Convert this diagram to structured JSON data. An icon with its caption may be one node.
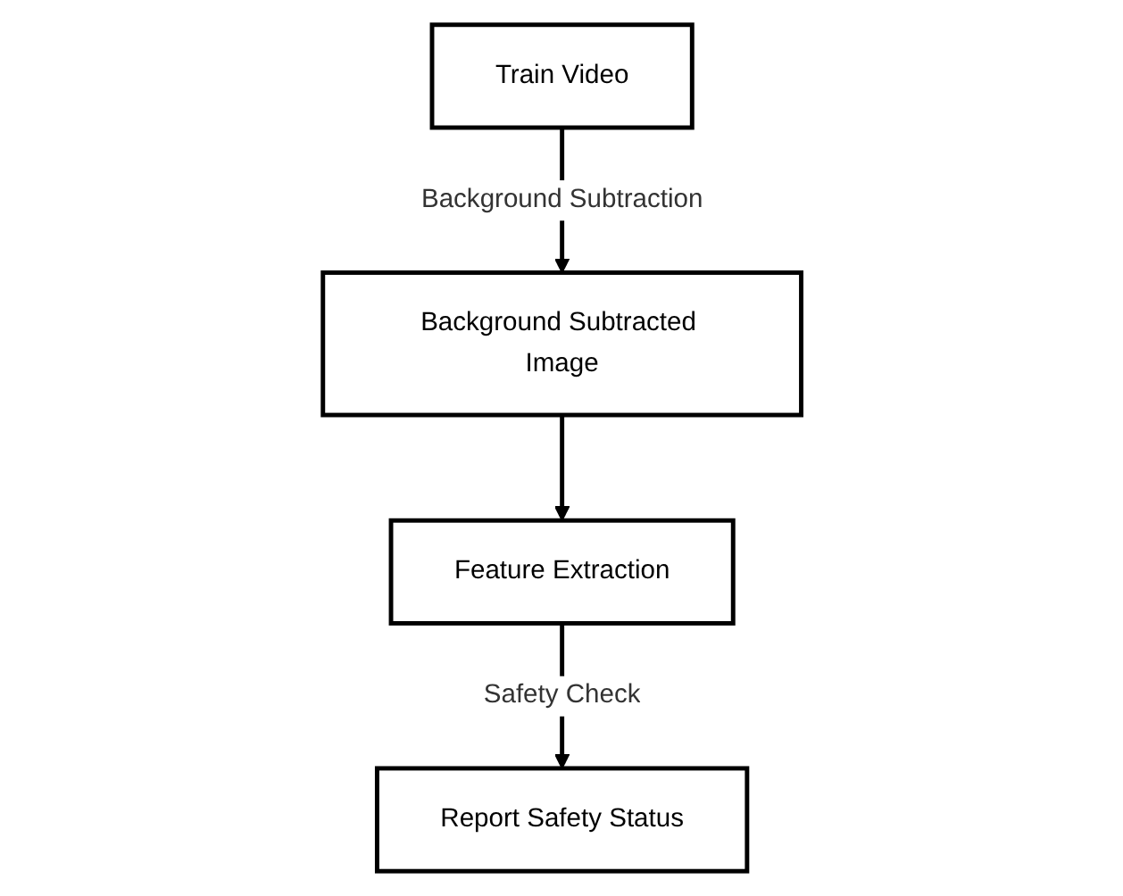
{
  "diagram": {
    "nodes": [
      {
        "text": [
          "Train Video"
        ]
      },
      {
        "text": [
          "Background Subtracted Image"
        ]
      },
      {
        "text": [
          "Feature Extraction"
        ]
      },
      {
        "text": [
          "Report Safety Status"
        ]
      }
    ],
    "edges": [
      {
        "from": 0,
        "to": 1,
        "arrow": "to",
        "label": "Background Subtraction"
      },
      {
        "from": 1,
        "to": 2,
        "arrow": "to"
      },
      {
        "from": 2,
        "to": 3,
        "arrow": "to",
        "label": "Safety Check"
      }
    ]
  }
}
